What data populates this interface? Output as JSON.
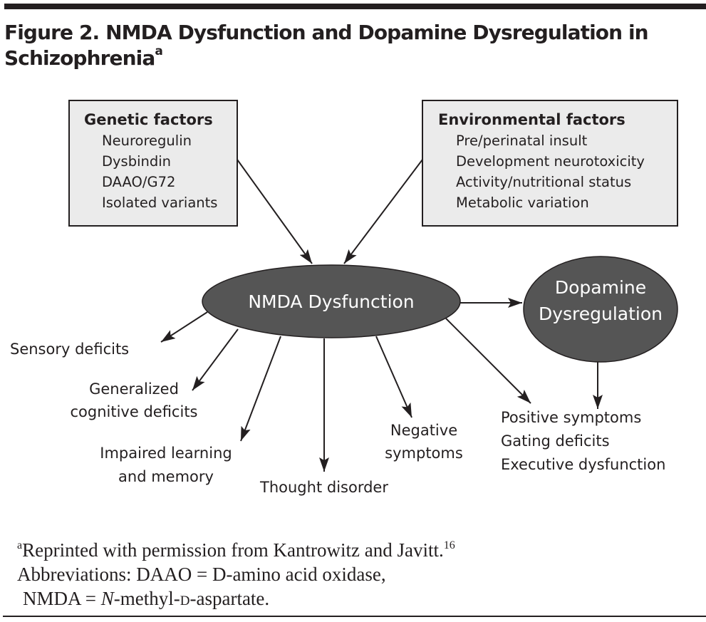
{
  "figure": {
    "title": "Figure 2. NMDA Dysfunction and Dopamine Dysregulation in Schizophrenia",
    "title_superscript": "a"
  },
  "boxes": {
    "genetic": {
      "title": "Genetic factors",
      "items": [
        "Neuroregulin",
        "Dysbindin",
        "DAAO/G72",
        "Isolated variants"
      ]
    },
    "environmental": {
      "title": "Environmental factors",
      "items": [
        "Pre/perinatal insult",
        "Development neurotoxicity",
        "Activity/nutritional status",
        "Metabolic variation"
      ]
    }
  },
  "nodes": {
    "nmda": {
      "label": "NMDA Dysfunction"
    },
    "dopamine": {
      "label_lines": [
        "Dopamine",
        "Dysregulation"
      ]
    }
  },
  "outcomes": {
    "sensory": {
      "lines": [
        "Sensory deficits"
      ]
    },
    "cognitive": {
      "lines": [
        "Generalized",
        "cognitive deficits"
      ]
    },
    "learning": {
      "lines": [
        "Impaired learning",
        "and memory"
      ]
    },
    "thought": {
      "lines": [
        "Thought disorder"
      ]
    },
    "negative": {
      "lines": [
        "Negative",
        "symptoms"
      ]
    },
    "positive": {
      "lines": [
        "Positive symptoms",
        "Gating deficits",
        "Executive dysfunction"
      ]
    }
  },
  "edges": [
    {
      "from": "Genetic factors",
      "to": "NMDA Dysfunction"
    },
    {
      "from": "Environmental factors",
      "to": "NMDA Dysfunction"
    },
    {
      "from": "NMDA Dysfunction",
      "to": "Dopamine Dysregulation"
    },
    {
      "from": "NMDA Dysfunction",
      "to": "Sensory deficits"
    },
    {
      "from": "NMDA Dysfunction",
      "to": "Generalized cognitive deficits"
    },
    {
      "from": "NMDA Dysfunction",
      "to": "Impaired learning and memory"
    },
    {
      "from": "NMDA Dysfunction",
      "to": "Thought disorder"
    },
    {
      "from": "NMDA Dysfunction",
      "to": "Negative symptoms"
    },
    {
      "from": "NMDA Dysfunction",
      "to": "Positive symptoms / Gating deficits / Executive dysfunction"
    },
    {
      "from": "Dopamine Dysregulation",
      "to": "Positive symptoms / Gating deficits / Executive dysfunction"
    }
  ],
  "footnote": {
    "marker": "a",
    "reprint_text": "Reprinted with permission from Kantrowitz and Javitt.",
    "reference_number": "16",
    "abbrev_label": "Abbreviations: DAAO = ",
    "abbrev_daao_d": "D",
    "abbrev_daao_rest": "-amino acid oxidase,",
    "abbrev_nmda_prefix": "NMDA = ",
    "abbrev_nmda_n": "N",
    "abbrev_nmda_mid": "-methyl-",
    "abbrev_nmda_d": "d",
    "abbrev_nmda_rest": "-aspartate."
  },
  "colors": {
    "ink": "#231f20",
    "box_fill": "#ebebeb",
    "node_fill": "#555555",
    "node_text": "#ffffff"
  }
}
